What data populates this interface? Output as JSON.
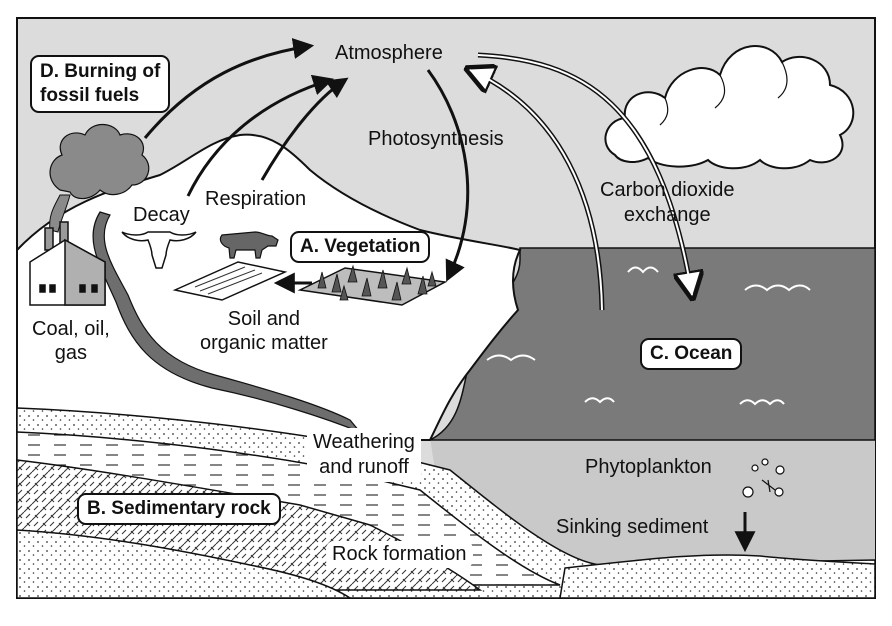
{
  "labels": {
    "atmosphere": "Atmosphere",
    "photosynthesis": "Photosynthesis",
    "burning_line1": "D. Burning of",
    "burning_line2": "fossil fuels",
    "respiration": "Respiration",
    "decay": "Decay",
    "vegetation": "A. Vegetation",
    "coal_line1": "Coal, oil,",
    "coal_line2": "gas",
    "soil_line1": "Soil and",
    "soil_line2": "organic matter",
    "co2_line1": "Carbon dioxide",
    "co2_line2": "exchange",
    "ocean": "C. Ocean",
    "weathering_line1": "Weathering",
    "weathering_line2": "and runoff",
    "phytoplankton": "Phytoplankton",
    "sedimentary": "B. Sedimentary rock",
    "sinking": "Sinking sediment",
    "rock_formation": "Rock formation"
  },
  "colors": {
    "sky": "#dcdcdc",
    "land": "#ffffff",
    "ocean": "#7a7a7a",
    "deep_water": "#c9c9c9",
    "outline": "#111111",
    "smoke": "#8a8a8a",
    "river": "#6e6e6e"
  }
}
